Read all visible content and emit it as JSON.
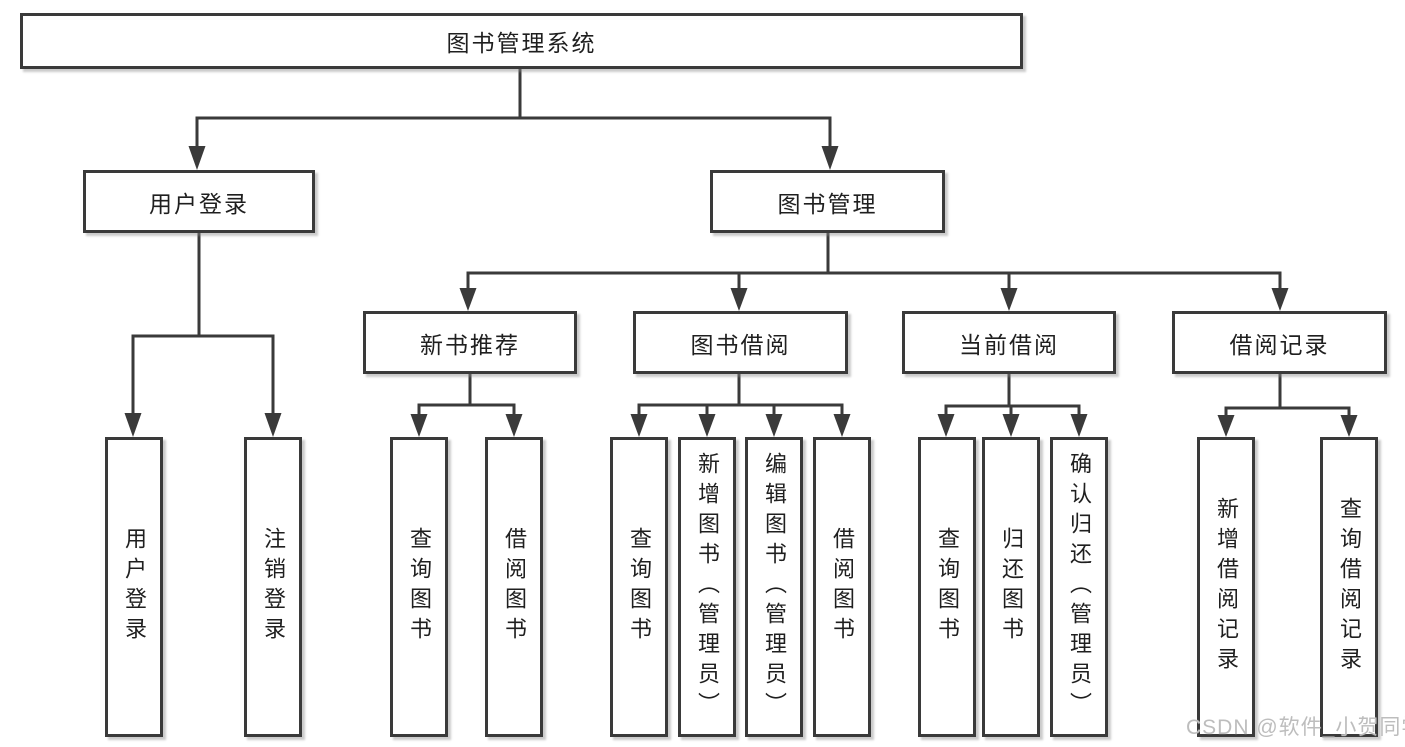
{
  "diagram": {
    "title": "图书管理系统",
    "root": {
      "label": "图书管理系统"
    },
    "level1": [
      {
        "label": "用户登录"
      },
      {
        "label": "图书管理"
      }
    ],
    "level2": [
      {
        "label": "新书推荐",
        "parent": "图书管理"
      },
      {
        "label": "图书借阅",
        "parent": "图书管理"
      },
      {
        "label": "当前借阅",
        "parent": "图书管理"
      },
      {
        "label": "借阅记录",
        "parent": "图书管理"
      }
    ],
    "leaves": [
      {
        "label": "用户登录",
        "parent": "用户登录"
      },
      {
        "label": "注销登录",
        "parent": "用户登录"
      },
      {
        "label": "查询图书",
        "parent": "新书推荐"
      },
      {
        "label": "借阅图书",
        "parent": "新书推荐"
      },
      {
        "label": "查询图书",
        "parent": "图书借阅"
      },
      {
        "label": "新增图书（管理员）",
        "parent": "图书借阅"
      },
      {
        "label": "编辑图书（管理员）",
        "parent": "图书借阅"
      },
      {
        "label": "借阅图书",
        "parent": "图书借阅"
      },
      {
        "label": "查询图书",
        "parent": "当前借阅"
      },
      {
        "label": "归还图书",
        "parent": "当前借阅"
      },
      {
        "label": "确认归还（管理员）",
        "parent": "当前借阅"
      },
      {
        "label": "新增借阅记录",
        "parent": "借阅记录"
      },
      {
        "label": "查询借阅记录",
        "parent": "借阅记录"
      }
    ],
    "watermark": "CSDN @软件_小贺同学",
    "colors": {
      "stroke": "#3a3a3a",
      "text": "#1f1f1f",
      "watermark": "#bdbdbd",
      "background": "#ffffff"
    }
  }
}
